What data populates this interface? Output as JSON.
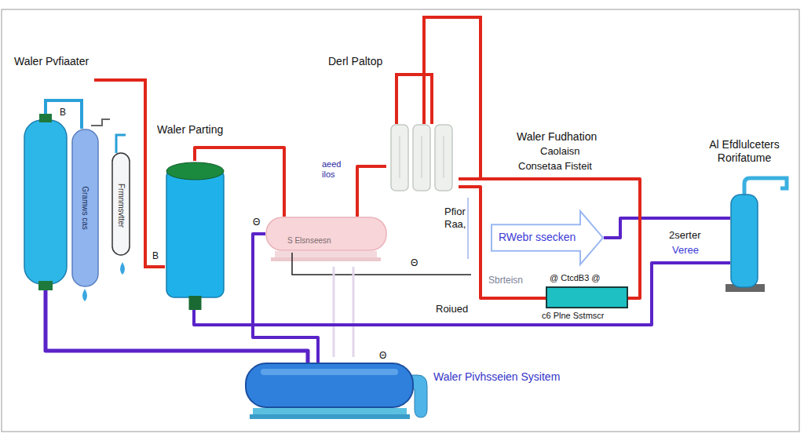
{
  "diagram": {
    "nodes": [
      {
        "text": [
          "Waler Pvfiaater"
        ]
      },
      {
        "text": [
          "Waler Parting"
        ]
      },
      {
        "text": [
          "S Elsnseesn"
        ]
      },
      {
        "text": [
          "Derl Paltop"
        ]
      },
      {
        "text": [
          "RWebr ssecken"
        ]
      },
      {
        "text": [
          "@ CtcdB3 @",
          "c6 Plne Sstmscr"
        ]
      },
      {
        "text": [
          "Al Efdlulceters Rorifatume"
        ]
      },
      {
        "text": [
          "Waler Pivhsseien Sysitem"
        ]
      }
    ],
    "edges": [
      {
        "from": 0,
        "to": 7,
        "arrow": "none"
      },
      {
        "from": 1,
        "to": 6,
        "arrow": "none"
      },
      {
        "from": 2,
        "to": 7,
        "arrow": "none"
      },
      {
        "from": 4,
        "to": 6,
        "arrow": "none"
      },
      {
        "from": 1,
        "to": 2,
        "arrow": "none"
      },
      {
        "from": 2,
        "to": 3,
        "arrow": "none"
      },
      {
        "from": 3,
        "to": 5,
        "arrow": "none"
      },
      {
        "from": 3,
        "to": 5,
        "arrow": "none"
      }
    ],
    "labels": [
      "B",
      "B",
      "Θ",
      "aeed ilos",
      "Waler Fudhation",
      "Caolaisn",
      "Consetaa Fisteit",
      "Pfior Raa,",
      "Θ",
      "Sbrteisn",
      "Roiued",
      "2serter",
      "Veree",
      "Θ",
      "Gramws cas",
      "Frmnmsvtter"
    ]
  }
}
